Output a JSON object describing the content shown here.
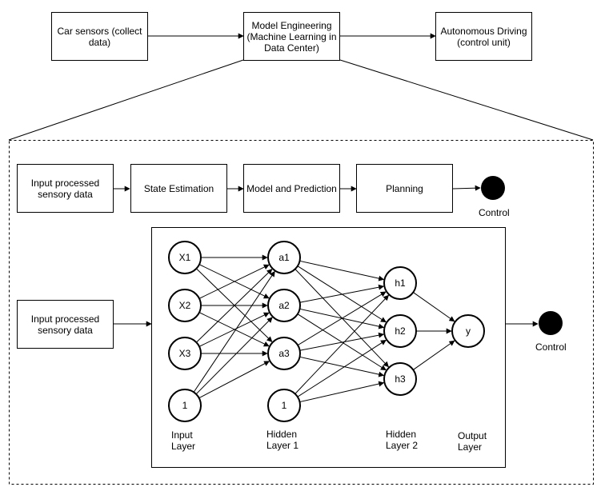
{
  "pipeline": {
    "car_sensors": "Car sensors (collect\ndata)",
    "model_engineering": "Model Engineering\n(Machine Learning in\nData Center)",
    "autonomous_driving": "Autonomous Driving\n(control unit)"
  },
  "flow": {
    "input": "Input processed\nsensory data",
    "state_estimation": "State Estimation",
    "model_prediction": "Model and Prediction",
    "planning": "Planning",
    "control": "Control"
  },
  "network": {
    "input": "Input processed\nsensory data",
    "input_nodes": [
      "X1",
      "X2",
      "X3",
      "1"
    ],
    "hidden1_nodes": [
      "a1",
      "a2",
      "a3",
      "1"
    ],
    "hidden2_nodes": [
      "h1",
      "h2",
      "h3"
    ],
    "output_node": "y",
    "layer_labels": {
      "input": "Input\nLayer",
      "hidden1": "Hidden\nLayer 1",
      "hidden2": "Hidden\nLayer 2",
      "output": "Output\nLayer"
    },
    "control": "Control"
  }
}
